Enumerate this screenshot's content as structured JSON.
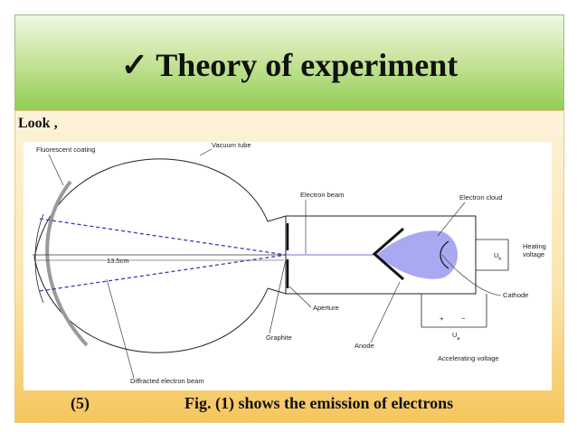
{
  "slide": {
    "title": "Theory of experiment",
    "check_mark": "✓",
    "intro": "Look ,",
    "caption_number": "(5)",
    "caption_text": "Fig. (1)  shows the emission of electrons"
  },
  "diagram": {
    "labels": {
      "fluorescent_coating": "Fluorescent coating",
      "vacuum_tube": "Vacuum tube",
      "electron_beam": "Electron beam",
      "electron_cloud": "Electron cloud",
      "heating_voltage_1": "Heating",
      "heating_voltage_2": "voltage",
      "uh": "U",
      "uh_sub": "h",
      "ua": "U",
      "ua_sub": "a",
      "distance": "13.5cm",
      "cathode": "Cathode",
      "aperture": "Aperture",
      "graphite": "Graphite",
      "anode": "Anode",
      "accelerating_voltage": "Accelerating voltage",
      "diffracted_beam": "Diffracted electron beam",
      "plus": "+",
      "minus": "−"
    },
    "colors": {
      "electron_cloud": "#a9a9f2",
      "diffraction_lines": "#3a3ab8",
      "coating": "#9a9a9a"
    }
  }
}
